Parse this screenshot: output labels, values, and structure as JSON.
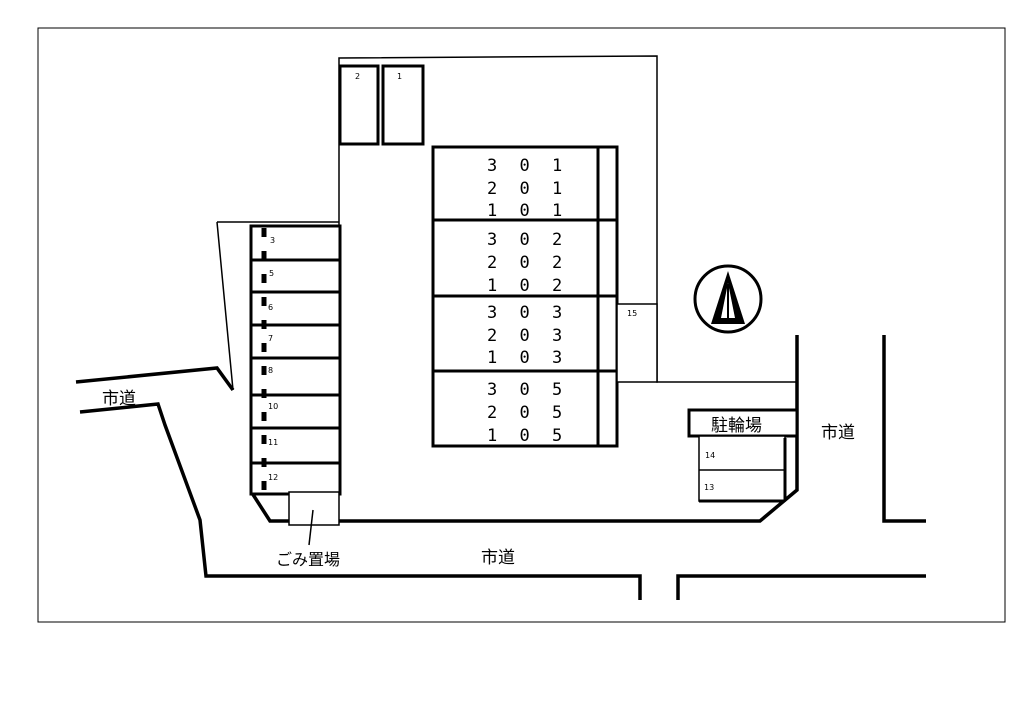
{
  "roads": {
    "west": "市道",
    "south": "市道",
    "east": "市道"
  },
  "facilities": {
    "garbage": "ごみ置場",
    "bicycle": "駐輪場"
  },
  "parking": {
    "top": [
      "2",
      "1"
    ],
    "left": [
      "3",
      "5",
      "6",
      "7",
      "8",
      "10",
      "11",
      "12"
    ],
    "right_of_building": "15",
    "bike_area": [
      "14",
      "13"
    ]
  },
  "building": {
    "stacks": [
      [
        "3 0 1",
        "2 0 1",
        "1 0 1"
      ],
      [
        "3 0 2",
        "2 0 2",
        "1 0 2"
      ],
      [
        "3 0 3",
        "2 0 3",
        "1 0 3"
      ],
      [
        "3 0 5",
        "2 0 5",
        "1 0 5"
      ]
    ]
  },
  "compass": "north-arrow-icon"
}
